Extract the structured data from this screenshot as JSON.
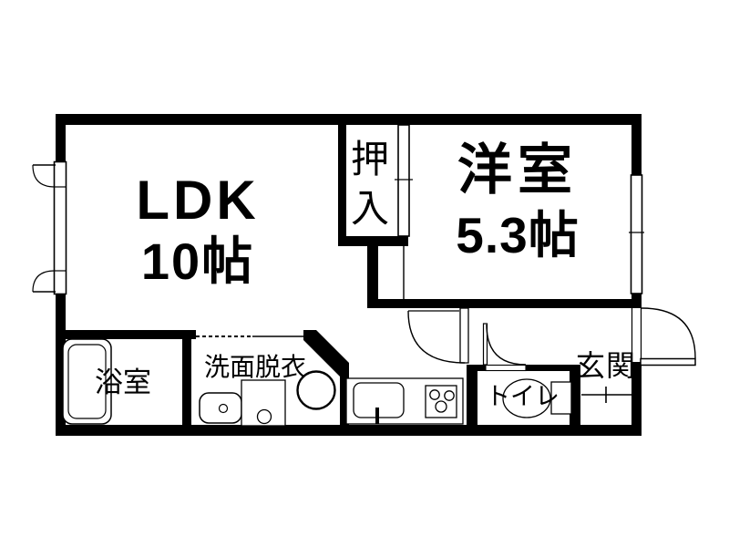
{
  "plan": {
    "type": "apartment-floorplan",
    "rooms": {
      "ldk": {
        "label": "LDK",
        "size": "10帖"
      },
      "yoshitsu": {
        "label": "洋室",
        "size": "5.3帖"
      },
      "oshiire": {
        "label": "押入"
      },
      "bathroom": {
        "label": "浴室"
      },
      "washroom": {
        "label": "洗面脱衣"
      },
      "toilet": {
        "label": "トイレ"
      },
      "entrance": {
        "label": "玄関"
      }
    },
    "fixtures": [
      "bathtub",
      "vanity-basin",
      "washing-machine-pan",
      "round-appliance",
      "kitchen-sink",
      "gas-stove",
      "toilet-bowl",
      "entrance-step"
    ],
    "openings": [
      "casement-windows-left",
      "sliding-window-right",
      "closet-sliding-door",
      "hall-door",
      "toilet-door",
      "entrance-door"
    ],
    "colors": {
      "wall": "#000000",
      "background": "#ffffff",
      "line": "#000000"
    }
  }
}
